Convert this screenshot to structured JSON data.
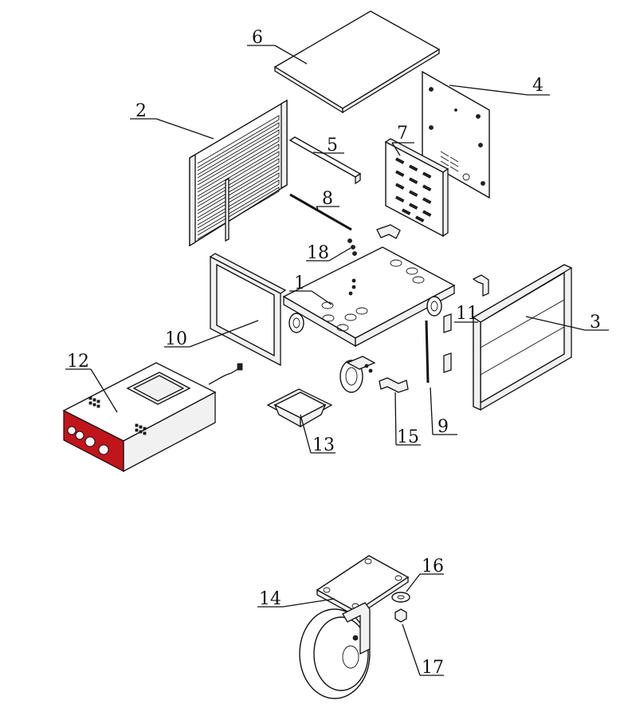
{
  "labels": {
    "1": "1",
    "2": "2",
    "3": "3",
    "4": "4",
    "5": "5",
    "6": "6",
    "7": "7",
    "8": "8",
    "9": "9",
    "10": "10",
    "11": "11",
    "12": "12",
    "13": "13",
    "14": "14",
    "15": "15",
    "16": "16",
    "17": "17",
    "18": "18"
  },
  "colors": {
    "control_panel": "#c0151b",
    "line": "#111111"
  }
}
